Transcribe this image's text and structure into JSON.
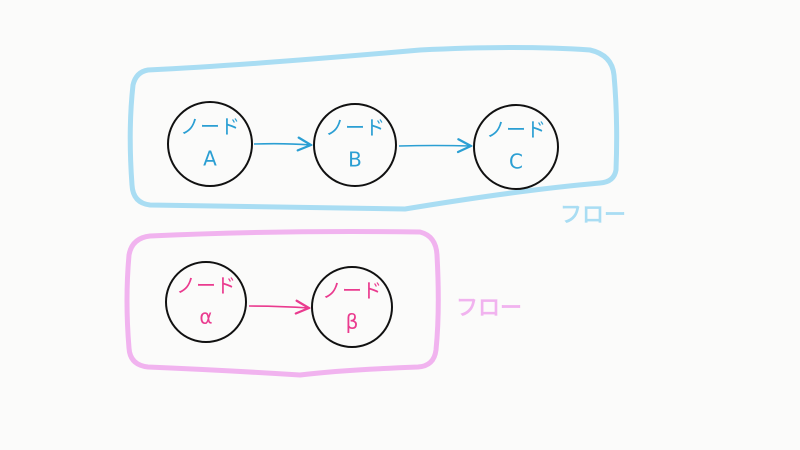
{
  "colors": {
    "background": "#fbfbfa",
    "blue": "#a9ddf3",
    "blue_text": "#2b9fd3",
    "pink": "#f1b3ef",
    "pink_text": "#ea3b8f",
    "node_stroke": "#111111"
  },
  "flows": [
    {
      "label": "フロー",
      "color": "blue",
      "nodes": [
        {
          "line1": "ノード",
          "line2": "A"
        },
        {
          "line1": "ノード",
          "line2": "B"
        },
        {
          "line1": "ノード",
          "line2": "C"
        }
      ]
    },
    {
      "label": "フロー",
      "color": "pink",
      "nodes": [
        {
          "line1": "ノード",
          "line2": "α"
        },
        {
          "line1": "ノード",
          "line2": "β"
        }
      ]
    }
  ]
}
